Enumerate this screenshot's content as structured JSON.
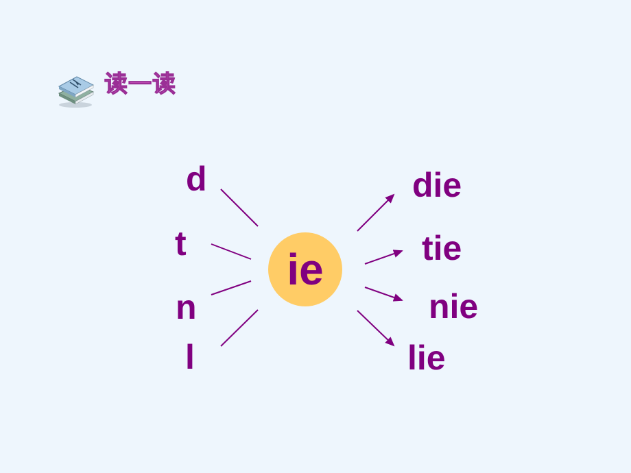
{
  "header": {
    "title": "读一读",
    "icon": "book-icon"
  },
  "initials": [
    "d",
    "t",
    "n",
    "l"
  ],
  "final": "ie",
  "syllables": [
    "die",
    "tie",
    "nie",
    "lie"
  ],
  "colors": {
    "text": "#800080",
    "circle": "#ffcc66",
    "background": "#eef6fd",
    "title": "#e46ad2"
  }
}
